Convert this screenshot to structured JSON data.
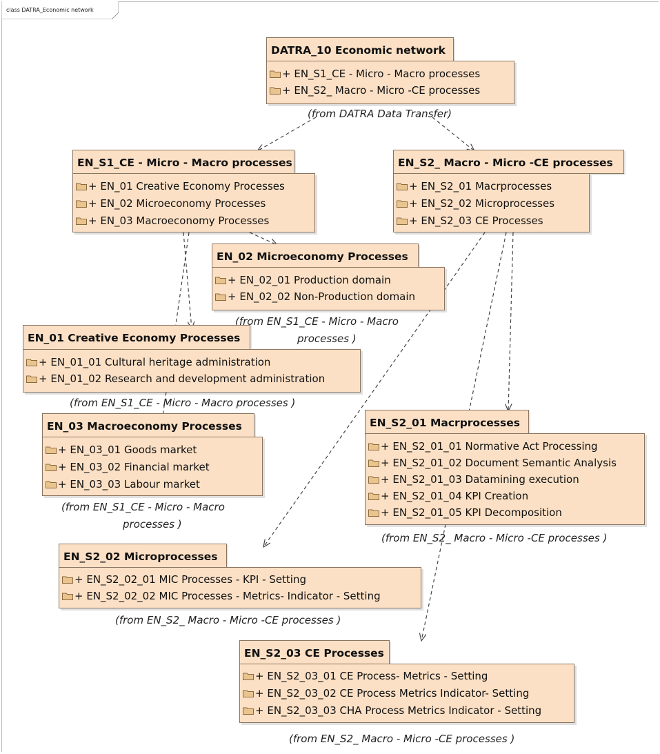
{
  "diagram_title": "class DATRA_Economic network",
  "packages": {
    "datra": {
      "title": "DATRA_10 Economic network",
      "items": [
        "+ EN_S1_CE - Micro - Macro processes",
        "+ EN_S2_ Macro - Micro -CE processes"
      ],
      "from": "(from DATRA Data Transfer)"
    },
    "s1": {
      "title": "EN_S1_CE - Micro - Macro processes",
      "items": [
        "+ EN_01 Creative Economy Processes",
        "+ EN_02 Microeconomy Processes",
        "+ EN_03 Macroeconomy Processes"
      ]
    },
    "s2": {
      "title": "EN_S2_ Macro - Micro -CE processes",
      "items": [
        "+ EN_S2_01 Macrprocesses",
        "+ EN_S2_02 Microprocesses",
        "+ EN_S2_03 CE Processes"
      ]
    },
    "en02": {
      "title": "EN_02 Microeconomy Processes",
      "items": [
        "+ EN_02_01 Production domain",
        "+ EN_02_02 Non-Production domain"
      ],
      "from_line1": "(from EN_S1_CE - Micro - Macro",
      "from_line2": "processes )"
    },
    "en01": {
      "title": "EN_01 Creative Economy Processes",
      "items": [
        "+ EN_01_01 Cultural heritage administration",
        "+ EN_01_02 Research and development  administration"
      ],
      "from": "(from EN_S1_CE - Micro - Macro processes )"
    },
    "en03": {
      "title": "EN_03 Macroeconomy Processes",
      "items": [
        "+ EN_03_01 Goods market",
        "+ EN_03_02 Financial market",
        "+ EN_03_03 Labour market"
      ],
      "from_line1": "(from EN_S1_CE - Micro - Macro",
      "from_line2": "processes )"
    },
    "s201": {
      "title": "EN_S2_01 Macrprocesses",
      "items": [
        "+ EN_S2_01_01 Normative Act Processing",
        "+ EN_S2_01_02 Document Semantic Analysis",
        "+ EN_S2_01_03 Datamining execution",
        "+ EN_S2_01_04 KPI Creation",
        "+ EN_S2_01_05 KPI Decomposition"
      ],
      "from": "(from EN_S2_ Macro - Micro -CE processes )"
    },
    "s202": {
      "title": "EN_S2_02 Microprocesses",
      "items": [
        "+ EN_S2_02_01 MIC Processes - KPI - Setting",
        "+ EN_S2_02_02 MIC Processes - Metrics- Indicator - Setting"
      ],
      "from": "(from EN_S2_ Macro - Micro -CE processes )"
    },
    "s203": {
      "title": "EN_S2_03 CE Processes",
      "items": [
        "+ EN_S2_03_01 CE Process- Metrics - Setting",
        "+ EN_S2_03_02 CE Process  Metrics  Indicator- Setting",
        "+ EN_S2_03_03 CHA Process Metrics Indicator - Setting"
      ],
      "from": "(from EN_S2_ Macro - Micro -CE processes )"
    }
  },
  "icons": {
    "package_item": "folder-icon",
    "connector": "dashed-arrow"
  },
  "colors": {
    "package_fill": "#fbe0c5",
    "package_border": "#8a7560",
    "connector": "#444444"
  }
}
